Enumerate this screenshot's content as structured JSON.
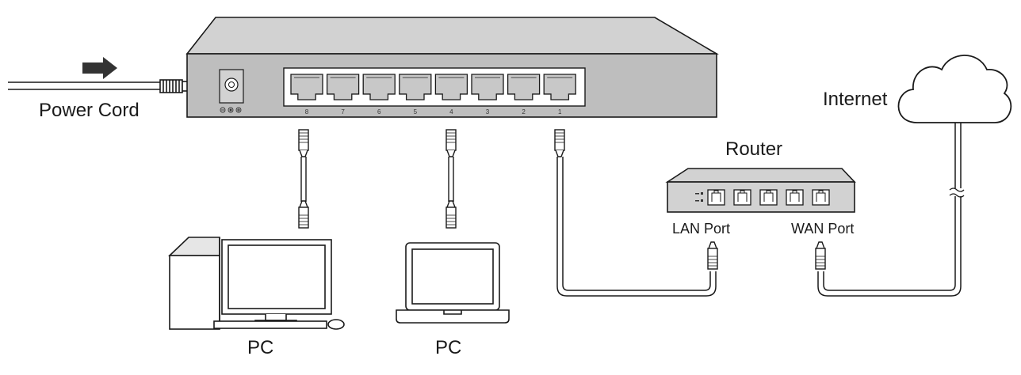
{
  "labels": {
    "power_cord": "Power Cord",
    "internet": "Internet",
    "router": "Router",
    "lan_port": "LAN Port",
    "wan_port": "WAN Port",
    "pc_desktop": "PC",
    "pc_laptop": "PC"
  },
  "switch": {
    "port_numbers": [
      "8",
      "7",
      "6",
      "5",
      "4",
      "3",
      "2",
      "1"
    ]
  },
  "colors": {
    "switch_top": "#d2d2d2",
    "switch_front": "#bebebe",
    "line": "#1a1a1a"
  }
}
